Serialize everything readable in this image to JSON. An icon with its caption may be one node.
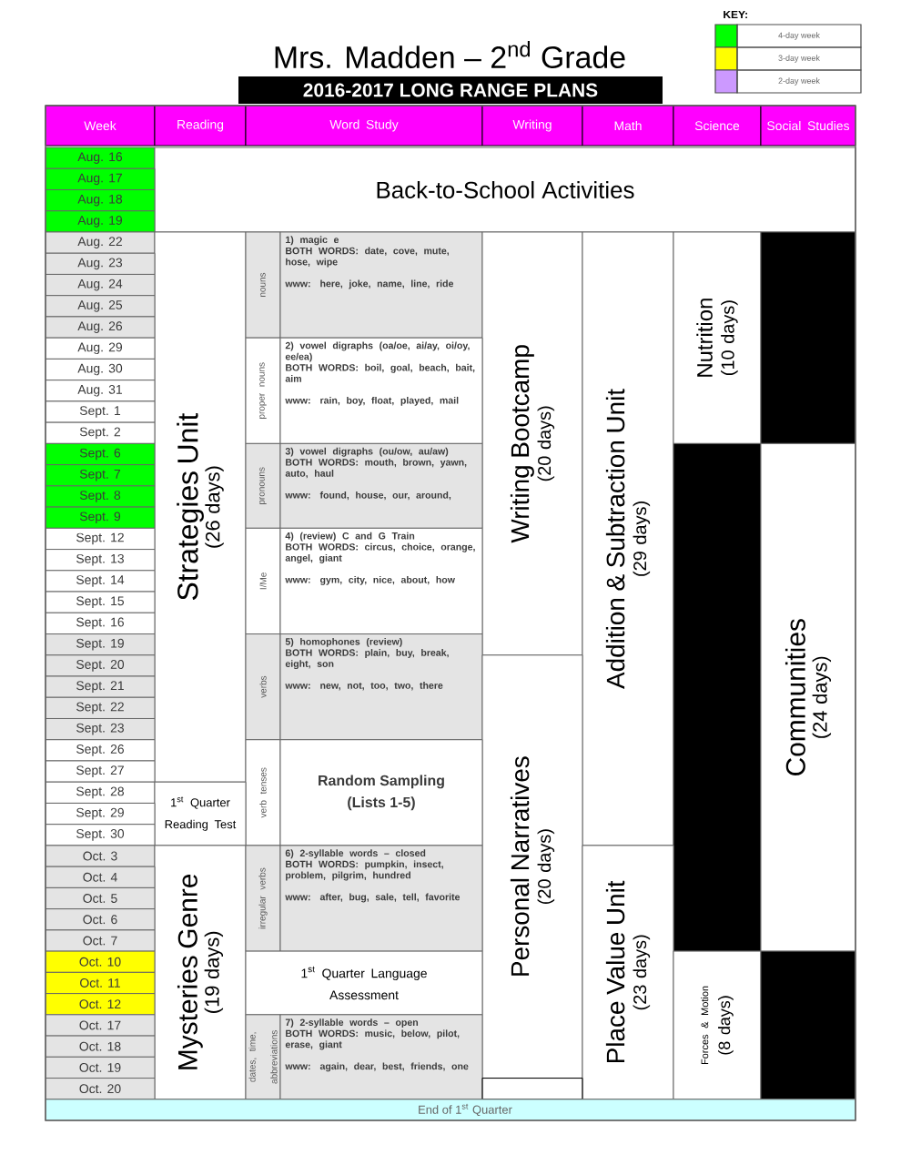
{
  "diagram": {
    "title": "Mrs. Madden – 2$^{nd}$ Grade",
    "labels": [
      "KEY:",
      "2016-2017 LONG RANGE PLANS",
      "Week",
      "Reading",
      "Word Study",
      "Writing",
      "Math",
      "Science",
      "Social Studies",
      "Aug. 16",
      "Back-to-School Activities",
      "Aug. 17",
      "Aug. 18",
      "Aug. 19",
      "Aug. 22",
      "Strategies Unit",
      "(26 days)",
      "nouns",
      "1) magic e",
      "**BOTH WORDS:** date, cove, mute, hose, wipe",
      "**www:** here, joke, name, line, ride",
      "Writing Bootcamp",
      "(20 days)",
      "Addition & Subtraction Unit",
      "(29 days)",
      "Nutrition",
      "(10 days)",
      "Aug. 23",
      "Aug. 24",
      "Aug. 25",
      "Aug. 26",
      "Aug. 29",
      "proper nouns",
      "2) vowel digraphs (oa/oe, ai/ay, oi/oy, ee/ea)",
      "**BOTH WORDS:** boil, goal, beach, bait, aim",
      "**www:** rain, boy, float, played, mail",
      "Aug. 30",
      "Aug. 31",
      "Sept. 1",
      "Sept. 2",
      "Sept. 6",
      "pronouns",
      "3) vowel digraphs (ou/ow, au/aw)",
      "**BOTH WORDS:** mouth, brown, yawn, auto, haul",
      "**www:** found, house, our, around,",
      "Communities",
      "(24 days)",
      "Sept. 7",
      "Sept. 8",
      "Sept. 9",
      "Sept. 12",
      "I/Me",
      "4) (review) C and G Train",
      "**BOTH WORDS:** circus, choice, orange, angel, giant",
      "**www:** gym, city, nice, about, how",
      "Sept. 13",
      "Sept. 14",
      "Sept. 15",
      "Sept. 16",
      "Sept. 19",
      "verbs",
      "5) homophones (review)",
      "**BOTH WORDS:** plain, buy, break, eight, son",
      "**www:** new, not, too, two, there",
      "Sept. 20",
      "Personal Narratives",
      "(20 days)",
      "Sept. 21",
      "Sept. 22",
      "Sept. 23",
      "Sept. 26",
      "verb tenses",
      "Random Sampling",
      "(Lists 1-5)",
      "Sept. 27",
      "Sept. 28",
      "1$^{st}$ Quarter Reading Test",
      "Sept. 29",
      "Sept. 30",
      "Oct. 3",
      "Mysteries Genre",
      "(19 days)",
      "irregular verbs",
      "6) 2-syllable words – closed",
      "**BOTH WORDS:** pumpkin, insect, problem, pilgrim, hundred",
      "**www:** after, bug, sale, tell, favorite",
      "Place Value Unit",
      "(23 days)",
      "Oct. 4",
      "Oct. 5",
      "Oct. 6",
      "Oct. 7",
      "Oct. 10",
      "1$^{st}$ Quarter Language Assessment",
      "Forces & Motion",
      "(8 days)",
      "Oct. 11",
      "Oct. 12",
      "Oct. 17",
      "dates, time, abbreviations",
      "7) 2-syllable words – open",
      "**BOTH WORDS:** music, below, pilot, erase, giant",
      "**www:** again, dear, best, friends, one",
      "Oct. 18",
      "Oct. 19",
      "Oct. 20",
      "End of 1$^{st}$ Quarter"
    ],
    "legend": [
      {
        "text": "4-day week",
        "color": "#00ff00"
      },
      {
        "text": "3-day week",
        "color": "#ffff00"
      },
      {
        "text": "2-day week",
        "color": "#cc99ff"
      }
    ]
  }
}
